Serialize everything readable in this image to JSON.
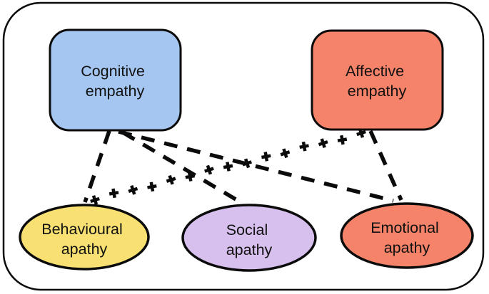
{
  "diagram": {
    "nodes": {
      "cognitive": {
        "line1": "Cognitive",
        "line2": "empathy",
        "fill": "#a5c6f1",
        "shape": "rounded-rectangle"
      },
      "affective": {
        "line1": "Affective",
        "line2": "empathy",
        "fill": "#f5836a",
        "shape": "rounded-rectangle"
      },
      "behavioural": {
        "line1": "Behavioural",
        "line2": "apathy",
        "fill": "#f8e172",
        "shape": "ellipse"
      },
      "social": {
        "line1": "Social",
        "line2": "apathy",
        "fill": "#d7c0ee",
        "shape": "ellipse"
      },
      "emotional": {
        "line1": "Emotional",
        "line2": "apathy",
        "fill": "#f5836a",
        "shape": "ellipse"
      }
    },
    "edges": [
      {
        "from": "cognitive",
        "to": "behavioural",
        "style": "dashed"
      },
      {
        "from": "cognitive",
        "to": "social",
        "style": "dashed"
      },
      {
        "from": "cognitive",
        "to": "emotional",
        "style": "dashed"
      },
      {
        "from": "affective",
        "to": "emotional",
        "style": "dashed"
      },
      {
        "from": "affective",
        "to": "behavioural",
        "style": "plus-signs",
        "marker_glyph": "+",
        "plus_count": 15
      }
    ],
    "colors": {
      "stroke": "#0b0b0b",
      "background": "#ffffff"
    }
  }
}
